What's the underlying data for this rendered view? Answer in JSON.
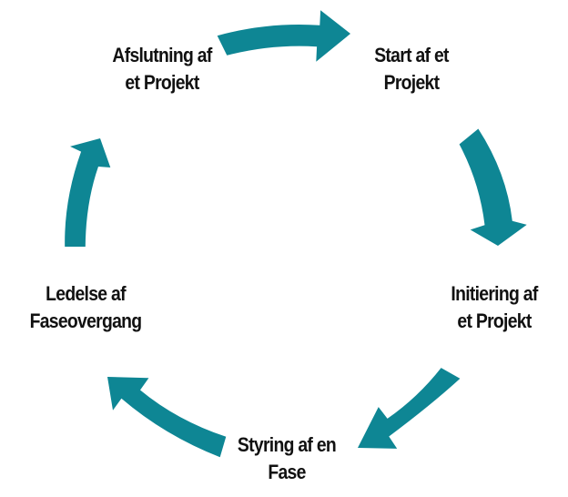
{
  "diagram": {
    "accent_color": "#0e8694",
    "stages": [
      {
        "id": "start",
        "lines": [
          "Start af et",
          "Projekt"
        ]
      },
      {
        "id": "init",
        "lines": [
          "Initiering af",
          "et Projekt"
        ]
      },
      {
        "id": "styring",
        "lines": [
          "Styring af en",
          "Fase"
        ]
      },
      {
        "id": "ledelse",
        "lines": [
          "Ledelse af",
          "Faseovergang"
        ]
      },
      {
        "id": "afslut",
        "lines": [
          "Afslutning af",
          "et Projekt"
        ]
      }
    ],
    "arrows": [
      {
        "from": "afslut",
        "to": "start",
        "icon": "arrow-right-curved"
      },
      {
        "from": "start",
        "to": "init",
        "icon": "arrow-down-curved"
      },
      {
        "from": "init",
        "to": "styring",
        "icon": "arrow-down-left-curved"
      },
      {
        "from": "styring",
        "to": "ledelse",
        "icon": "arrow-up-left-curved"
      },
      {
        "from": "ledelse",
        "to": "afslut",
        "icon": "arrow-up-curved"
      }
    ]
  }
}
